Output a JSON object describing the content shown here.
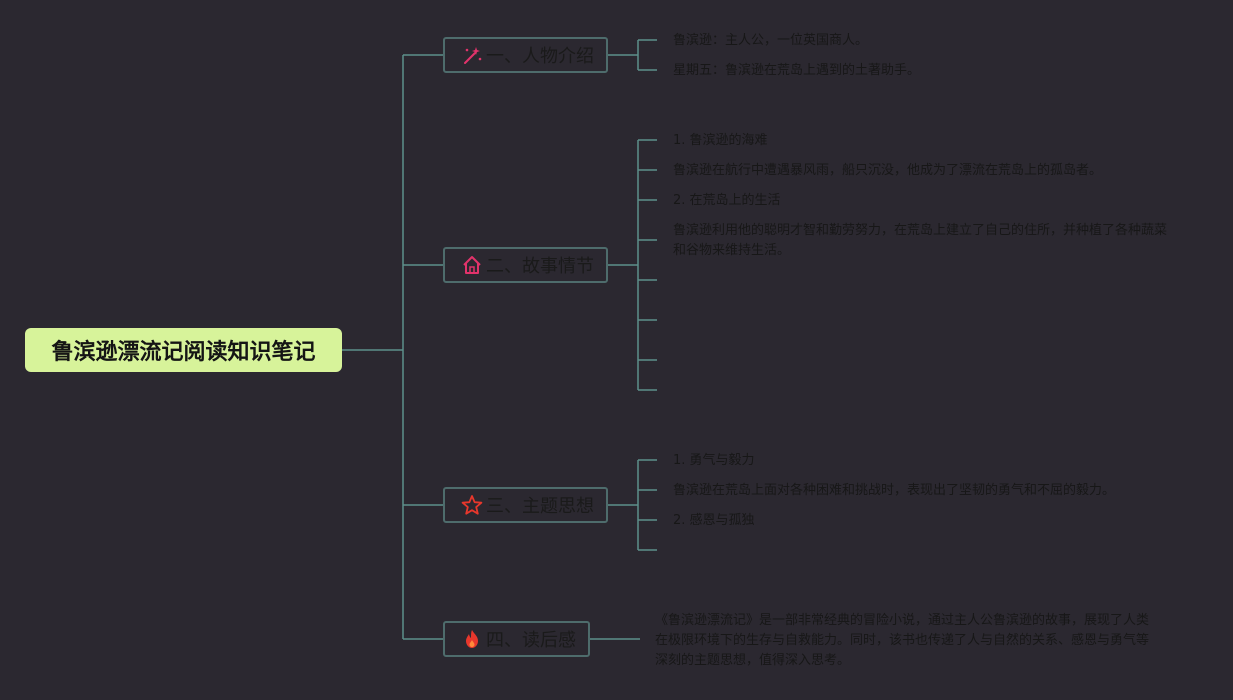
{
  "root": {
    "title": "鲁滨逊漂流记阅读知识笔记"
  },
  "branches": [
    {
      "label": "一、人物介绍",
      "icon": "magic-wand-icon",
      "items": [
        "鲁滨逊：主人公，一位英国商人。",
        "星期五：鲁滨逊在荒岛上遇到的土著助手。"
      ]
    },
    {
      "label": "二、故事情节",
      "icon": "house-icon",
      "items": [
        "1. 鲁滨逊的海难",
        "鲁滨逊在航行中遭遇暴风雨，船只沉没，他成为了漂流在荒岛上的孤岛者。",
        "2. 在荒岛上的生活",
        "鲁滨逊利用他的聪明才智和勤劳努力，在荒岛上建立了自己的住所，并种植了各种蔬菜和谷物来维持生活。"
      ]
    },
    {
      "label": "三、主题思想",
      "icon": "star-icon",
      "items": [
        "1. 勇气与毅力",
        "鲁滨逊在荒岛上面对各种困难和挑战时，表现出了坚韧的勇气和不屈的毅力。",
        "2. 感恩与孤独"
      ]
    },
    {
      "label": "四、读后感",
      "icon": "fire-icon",
      "items": [
        "《鲁滨逊漂流记》是一部非常经典的冒险小说，通过主人公鲁滨逊的故事，展现了人类在极限环境下的生存与自救能力。同时，该书也传递了人与自然的关系、感恩与勇气等深刻的主题思想，值得深入思考。"
      ]
    }
  ],
  "colors": {
    "background": "#2b2830",
    "root_fill": "#d7f39a",
    "connector": "#5d8f8a",
    "branch_border": "#4e6c6c",
    "icon_pink": "#e2336b",
    "icon_red": "#e8372c"
  }
}
